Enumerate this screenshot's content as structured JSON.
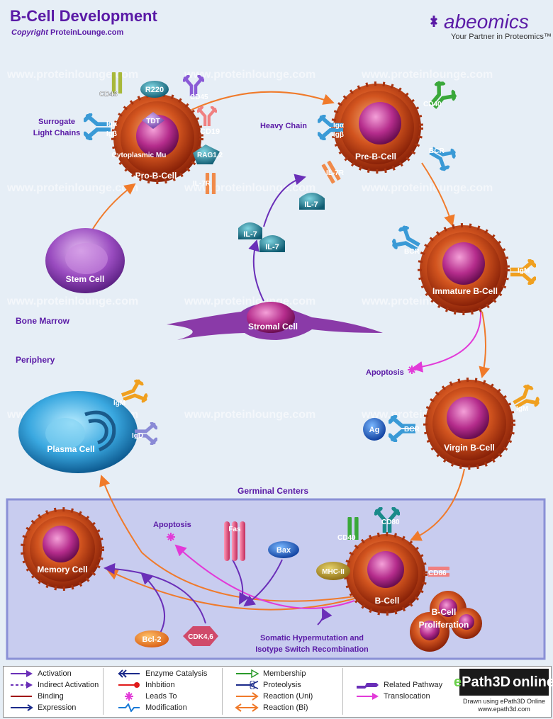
{
  "header": {
    "title": "B-Cell Development",
    "copyright_prefix": "Copyright",
    "copyright_site": "ProteinLounge.com",
    "brand_name": "abeomics",
    "brand_tagline": "Your Partner in Proteomics™"
  },
  "watermark": "www.proteinlounge.com",
  "regions": {
    "bone_marrow": "Bone Marrow",
    "periphery": "Periphery",
    "germinal_centers": "Germinal Centers"
  },
  "cells": {
    "stem": "Stem Cell",
    "pro_b": "Pro-B-Cell",
    "pre_b": "Pre-B-Cell",
    "immature_b": "Immature B-Cell",
    "virgin_b": "Virgin B-Cell",
    "stromal": "Stromal Cell",
    "plasma": "Plasma Cell",
    "memory": "Memory Cell",
    "b_cell": "B-Cell",
    "proliferation_1": "B-Cell",
    "proliferation_2": "Proliferation"
  },
  "molecules": {
    "cd43": "CD43",
    "r220": "R220",
    "cd45": "CD45",
    "tdt": "TDT",
    "cd19": "CD19",
    "rag": "RAG1,2",
    "il7r_pro": "IL-7R",
    "iga_pro": "Igα",
    "igb_pro": "Igβ",
    "cyto_mu": "Cytoplasmic Mu",
    "surrogate_1": "Surrogate",
    "surrogate_2": "Light Chains",
    "heavy_chain": "Heavy Chain",
    "iga_pre": "Igα",
    "igb_pre": "Igβ",
    "cd40_pre": "CD40",
    "bcr_pre": "BCR",
    "il7r_pre": "IL-7R",
    "il7_a": "IL-7",
    "il7_b": "IL-7",
    "il7_c": "IL-7",
    "bcr_imm": "BCR",
    "igm_imm": "IgM",
    "igm_vir": "IgM",
    "bcr_vir": "BCR",
    "ag": "Ag",
    "igm_pl": "IgM",
    "igd_pl": "IgD",
    "fas": "Fas",
    "bax": "Bax",
    "cd40_b": "CD40",
    "cd80": "CD80",
    "mhc": "MHC-II",
    "cd86": "CD86",
    "bcl2": "Bcl-2",
    "cdk": "CDK4,6"
  },
  "annotations": {
    "apoptosis_1": "Apoptosis",
    "apoptosis_2": "Apoptosis",
    "somatic_1": "Somatic Hypermutation and",
    "somatic_2": "Isotype Switch Recombination"
  },
  "colors": {
    "title": "#5a1aa6",
    "label_purple": "#5a1aa6",
    "cell_red": "#c8401c",
    "germinal_bg": "#c8ccef",
    "arrow_orange": "#f07a2a",
    "arrow_purple": "#6a2fb8",
    "arrow_magenta": "#e23ad8"
  },
  "legend": {
    "col1": [
      "Activation",
      "Indirect Activation",
      "Binding",
      "Expression"
    ],
    "col2": [
      "Enzyme Catalysis",
      "Inhbition",
      "Leads To",
      "Modification"
    ],
    "col3": [
      "Membership",
      "Proteolysis",
      "Reaction (Uni)",
      "Reaction (Bi)"
    ],
    "col4": [
      "Related Pathway",
      "Translocation"
    ],
    "brand_name_1": "e",
    "brand_name_2": "Path3D",
    "brand_online": "online",
    "drawn_1": "Drawn using ePath3D Online",
    "drawn_2": "www.epath3d.com"
  }
}
